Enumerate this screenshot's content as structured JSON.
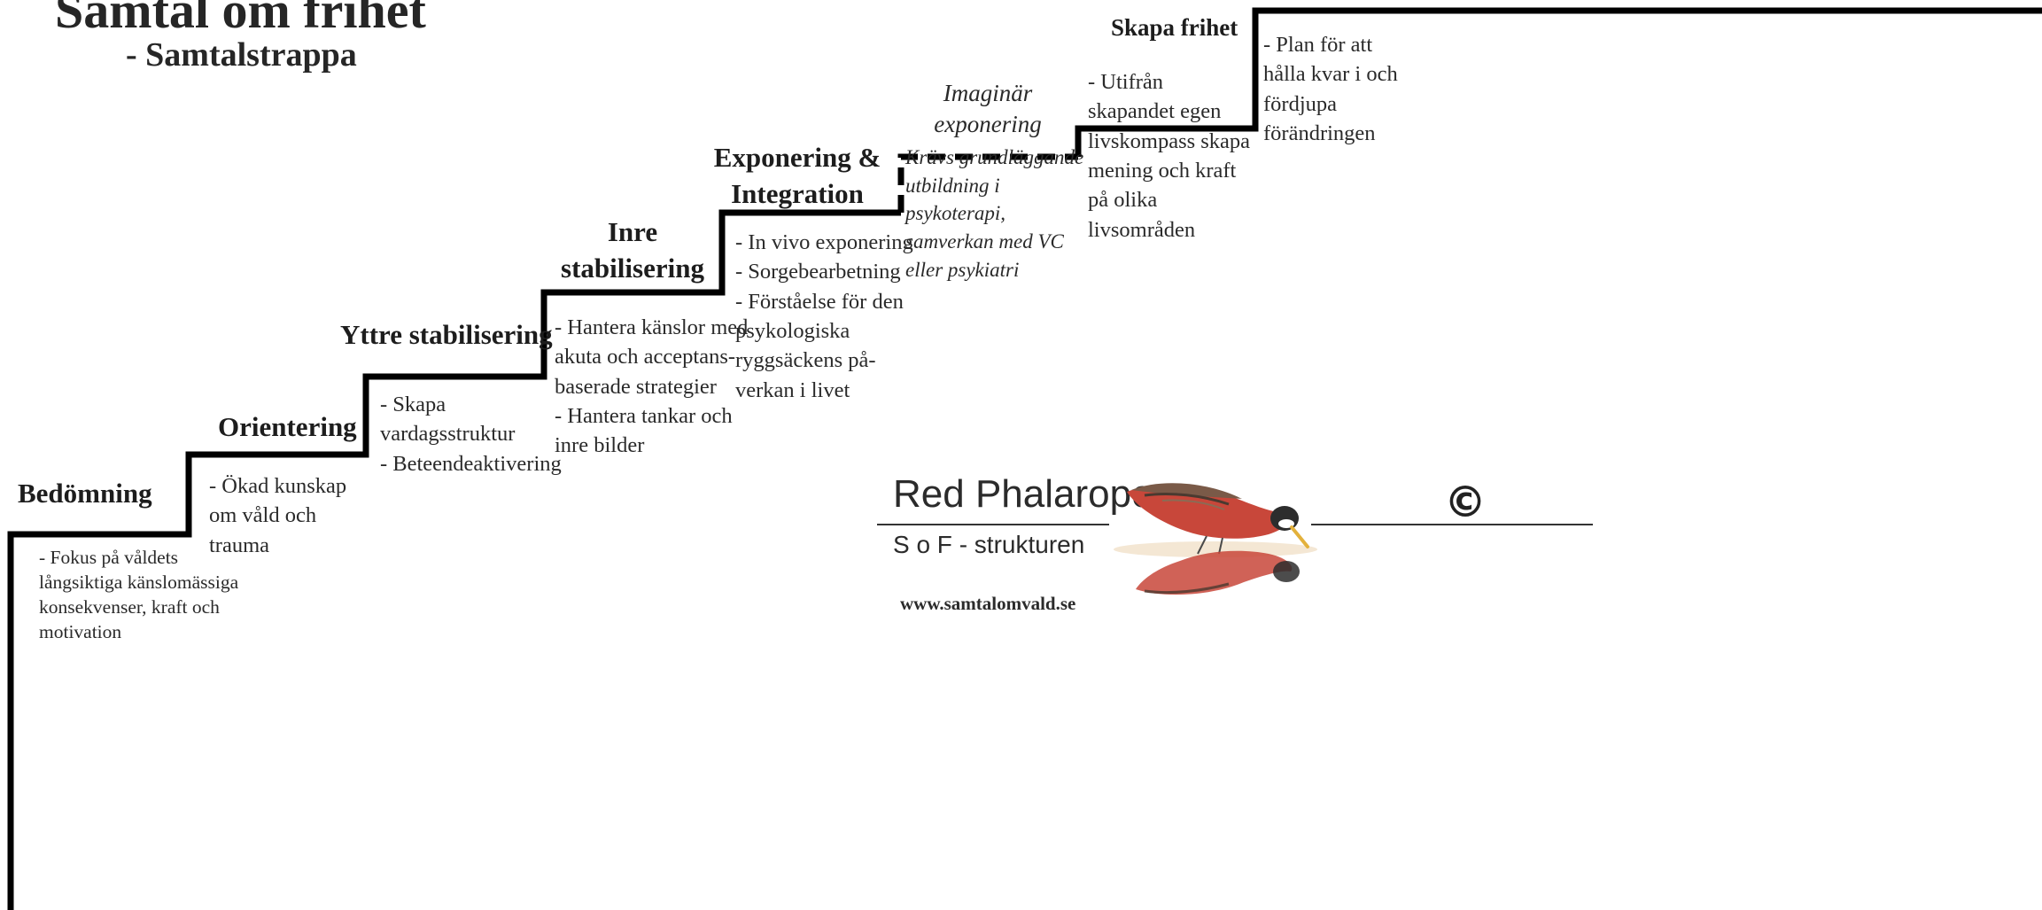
{
  "title": "Samtal om frihet",
  "subtitle": "- Samtalstrappa",
  "steps": [
    {
      "heading": [
        "Bedömning"
      ],
      "body": [
        "- Fokus på våldets",
        "långsiktiga känslomässiga",
        "konsekvenser, kraft och",
        "motivation"
      ]
    },
    {
      "heading": [
        "Orientering"
      ],
      "body": [
        "- Ökad kunskap",
        "om våld och",
        "trauma"
      ]
    },
    {
      "heading": [
        "Yttre stabilisering"
      ],
      "body": [
        "- Skapa",
        "vardagsstruktur",
        "- Beteendeaktivering"
      ]
    },
    {
      "heading": [
        "Inre",
        "stabilisering"
      ],
      "body": [
        "- Hantera känslor med",
        "akuta och acceptans-",
        "baserade strategier",
        "- Hantera tankar och",
        "inre bilder"
      ]
    },
    {
      "heading": [
        "Exponering &",
        "Integration"
      ],
      "body": [
        "- In vivo exponering",
        "- Sorgebearbetning",
        "- Förståelse för den",
        "psykologiska",
        "ryggsäckens på-",
        "verkan i livet"
      ]
    },
    {
      "heading": [
        "Imaginär",
        "exponering"
      ],
      "body": [
        "Krävs grundläggande",
        "utbildning i",
        "psykoterapi,",
        "samverkan med VC",
        "eller psykiatri"
      ]
    },
    {
      "heading": [
        "Skapa frihet"
      ],
      "body": [
        "- Utifrån",
        "skapandet egen",
        "livskompass skapa",
        "mening och kraft",
        "på olika",
        "livsområden"
      ]
    },
    {
      "heading": [],
      "body": [
        "- Plan för att",
        "hålla kvar i och",
        "fördjupa",
        "förändringen"
      ]
    }
  ],
  "logo": {
    "name": "Red Phalarope",
    "tagline": "S o F - strukturen",
    "url": "www.samtalomvald.se",
    "copyright_symbol": "©",
    "bird_icon": "phalarope-bird-icon"
  },
  "colors": {
    "stair": "#000000",
    "bird_red": "#c8473a",
    "text": "#1a1a1a"
  }
}
